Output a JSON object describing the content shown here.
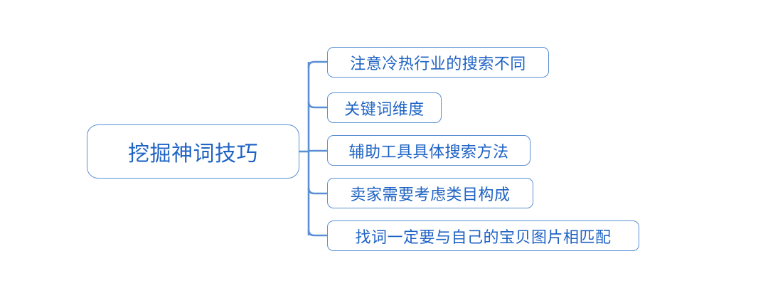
{
  "diagram": {
    "type": "mind-map",
    "orientation": "left-to-right",
    "background_color": "#ffffff",
    "node_border_color": "#5b8fd4",
    "node_text_color": "#1f63c4",
    "connector_color": "#5b8fd4",
    "root": {
      "label": "挖掘神词技巧"
    },
    "branches": [
      {
        "label": "注意冷热行业的搜索不同"
      },
      {
        "label": "关键词维度"
      },
      {
        "label": "辅助工具具体搜索方法"
      },
      {
        "label": "卖家需要考虑类目构成"
      },
      {
        "label": "找词一定要与自己的宝贝图片相匹配"
      }
    ]
  }
}
